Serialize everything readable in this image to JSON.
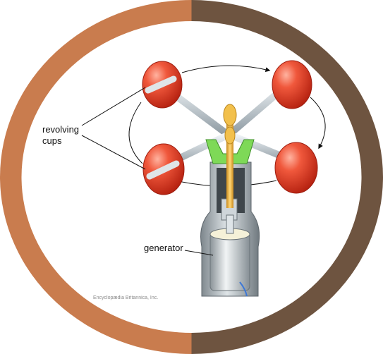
{
  "frame": {
    "left_color": "#c97c4e",
    "right_color": "#6e5440",
    "inner_color": "#ffffff"
  },
  "labels": {
    "cups_line1": "revolving",
    "cups_line2": "cups",
    "generator": "generator",
    "credit": "Encyclopædia Britannica, Inc."
  },
  "colors": {
    "cup_red": "#e23a22",
    "cup_highlight": "#ffb3a0",
    "arm_silver": "#bfc9cf",
    "hub_yellow": "#e8b23a",
    "bracket_green": "#7ed957",
    "housing_gray": "#9aa3a8",
    "arrow_black": "#111111"
  }
}
